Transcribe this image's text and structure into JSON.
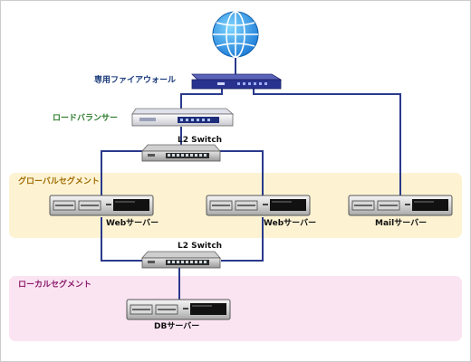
{
  "labels": {
    "firewall": "専用ファイアウォール",
    "load_balancer": "ロードバランサー",
    "l2_switch_upper": "L2 Switch",
    "l2_switch_lower": "L2 Switch",
    "global_segment": "グローバルセグメント",
    "local_segment": "ローカルセグメント",
    "web_server_1": "Webサーバー",
    "web_server_2": "Webサーバー",
    "mail_server": "Mailサーバー",
    "db_server": "DBサーバー"
  },
  "colors": {
    "link_line": "#2a3a8c",
    "firewall_label": "#1a3a7a",
    "load_balancer_label": "#2e7d2e",
    "global_segment_label": "#a06a00",
    "global_segment_fill": "#fdf3d3",
    "local_segment_label": "#8a1a6a",
    "local_segment_fill": "#fbe4f2"
  },
  "icons": {
    "internet": "globe-icon",
    "firewall": "firewall-appliance-icon",
    "load_balancer": "load-balancer-appliance-icon",
    "switch": "network-switch-icon",
    "server": "rack-server-icon"
  }
}
